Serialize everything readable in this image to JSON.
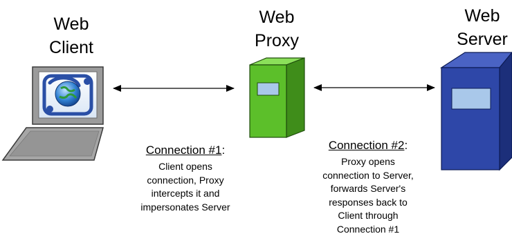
{
  "nodes": {
    "client": {
      "title_lines": [
        "Web",
        "Client"
      ]
    },
    "proxy": {
      "title_lines": [
        "Web",
        "Proxy"
      ]
    },
    "server": {
      "title_lines": [
        "Web",
        "Server"
      ]
    }
  },
  "connections": [
    {
      "heading": "Connection #1",
      "heading_suffix": ":",
      "lines": [
        "Client opens",
        "connection, Proxy",
        "intercepts it and",
        "impersonates Server"
      ]
    },
    {
      "heading": "Connection #2",
      "heading_suffix": ":",
      "lines": [
        "Proxy opens",
        "connection to Server,",
        "forwards Server's",
        "responses back to",
        "Client through",
        "Connection #1"
      ]
    }
  ],
  "colors": {
    "proxy_front": "#5cbf2a",
    "proxy_side": "#3f8d1a",
    "proxy_top": "#8be05a",
    "server_front": "#2e47a8",
    "server_side": "#1c2f7a",
    "server_top": "#4a63c4",
    "screen_panel": "#a9c8ea",
    "laptop_body": "#8a8a8a",
    "laptop_base": "#9a9a9a"
  },
  "icons": [
    "laptop-icon",
    "globe-logo-icon",
    "proxy-tower-icon",
    "server-tower-icon",
    "double-arrow"
  ]
}
